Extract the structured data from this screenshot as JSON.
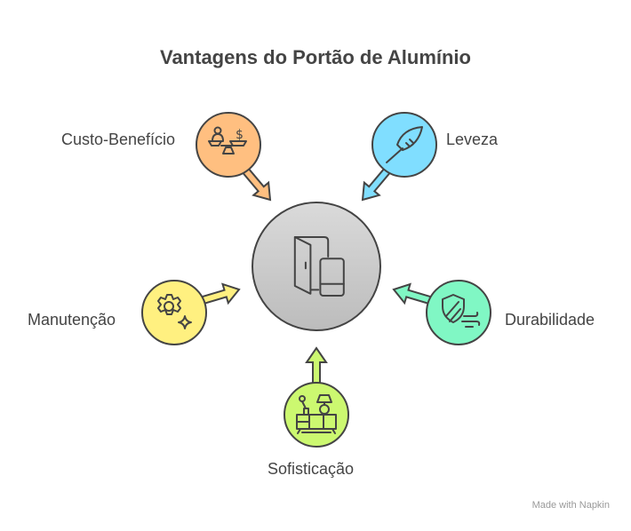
{
  "title": "Vantagens do Portão de Alumínio",
  "center": {
    "icon": "door-and-gate-icon",
    "fill_top": "#dadada",
    "fill_bottom": "#bcbcbc"
  },
  "nodes": [
    {
      "id": "custo",
      "label": "Custo-Benefício",
      "icon": "balance-scale-person-dollar-icon",
      "color": "#FFBF80"
    },
    {
      "id": "leveza",
      "label": "Leveza",
      "icon": "feather-icon",
      "color": "#80DEFF"
    },
    {
      "id": "manutencao",
      "label": "Manutenção",
      "icon": "gear-sparkle-icon",
      "color": "#FFF080"
    },
    {
      "id": "durabilidade",
      "label": "Durabilidade",
      "icon": "shield-wind-icon",
      "color": "#80F7C4"
    },
    {
      "id": "sofisticacao",
      "label": "Sofisticação",
      "icon": "furniture-lamp-icon",
      "color": "#CCF870"
    }
  ],
  "credit": "Made with  Napkin",
  "stroke": "#444444"
}
